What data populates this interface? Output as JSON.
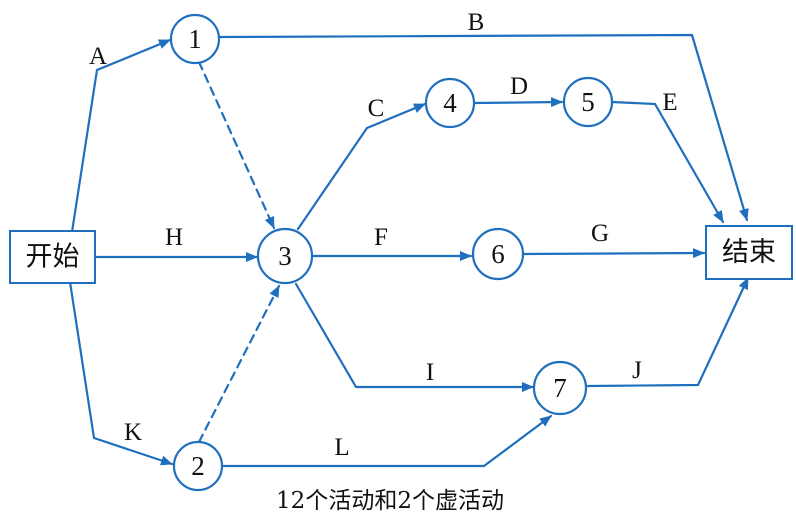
{
  "colors": {
    "line": "#1f6fbf",
    "text": "#111111",
    "background": "#ffffff"
  },
  "diagram": {
    "start_label": "开始",
    "end_label": "结束",
    "nodes": [
      "1",
      "2",
      "3",
      "4",
      "5",
      "6",
      "7"
    ],
    "activities": [
      {
        "label": "A",
        "from": "开始",
        "to": "1",
        "dummy": false
      },
      {
        "label": "B",
        "from": "1",
        "to": "结束",
        "dummy": false
      },
      {
        "label": "C",
        "from": "3",
        "to": "4",
        "dummy": false
      },
      {
        "label": "D",
        "from": "4",
        "to": "5",
        "dummy": false
      },
      {
        "label": "E",
        "from": "5",
        "to": "结束",
        "dummy": false
      },
      {
        "label": "F",
        "from": "3",
        "to": "6",
        "dummy": false
      },
      {
        "label": "G",
        "from": "6",
        "to": "结束",
        "dummy": false
      },
      {
        "label": "H",
        "from": "开始",
        "to": "3",
        "dummy": false
      },
      {
        "label": "I",
        "from": "3",
        "to": "7",
        "dummy": false
      },
      {
        "label": "J",
        "from": "7",
        "to": "结束",
        "dummy": false
      },
      {
        "label": "K",
        "from": "开始",
        "to": "2",
        "dummy": false
      },
      {
        "label": "L",
        "from": "2",
        "to": "7",
        "dummy": false
      },
      {
        "label": "",
        "from": "1",
        "to": "3",
        "dummy": true
      },
      {
        "label": "",
        "from": "2",
        "to": "3",
        "dummy": true
      }
    ],
    "caption": "12个活动和2个虚活动"
  }
}
